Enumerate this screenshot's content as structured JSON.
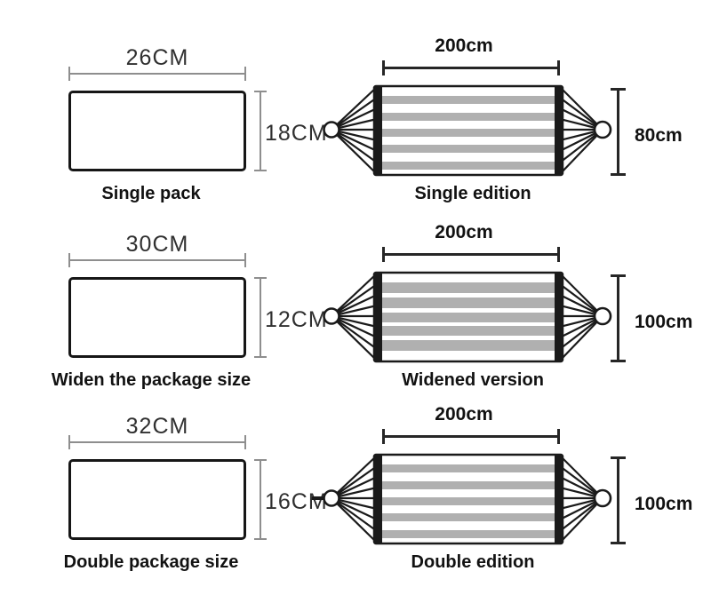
{
  "colors": {
    "stripe_gray": "#b0b0b0",
    "outline_black": "#1a1a1a",
    "dim_line_gray": "#8e8e8e",
    "dim_line_dark": "#262626",
    "background": "#ffffff"
  },
  "rows": [
    {
      "package": {
        "width": "26CM",
        "height": "18CM",
        "label": "Single pack"
      },
      "hammock": {
        "width": "200cm",
        "height": "80cm",
        "label": "Single edition"
      }
    },
    {
      "package": {
        "width": "30CM",
        "height": "12CM",
        "label": "Widen the package size"
      },
      "hammock": {
        "width": "200cm",
        "height": "100cm",
        "label": "Widened version"
      }
    },
    {
      "package": {
        "width": "32CM",
        "height": "16CM",
        "label": "Double package size"
      },
      "hammock": {
        "width": "200cm",
        "height": "100cm",
        "label": "Double edition"
      }
    }
  ]
}
